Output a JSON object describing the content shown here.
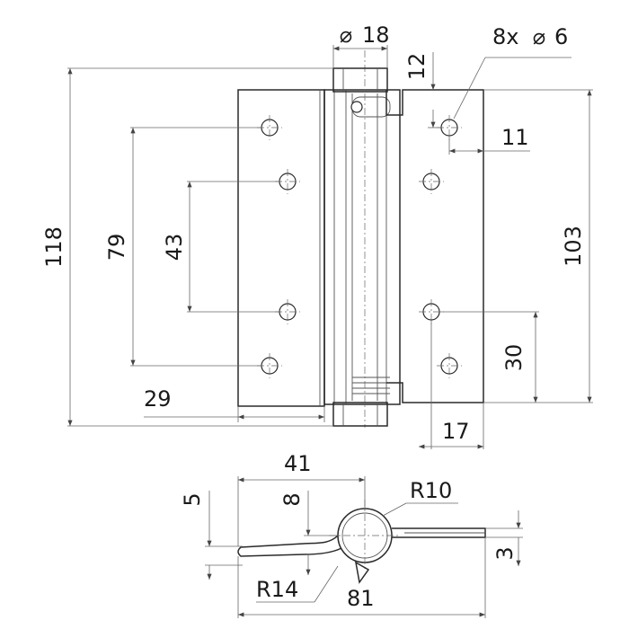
{
  "labels": {
    "overall_height": "118",
    "outer_hole_spacing": "79",
    "inner_hole_spacing": "43",
    "right_leaf_height": "103",
    "barrel_diameter": "18",
    "hole_count_diameter": "8x",
    "hole_diameter": "6",
    "top_hole_offset": "12",
    "hole_edge_offset": "11",
    "bottom_hole_offset": "30",
    "left_leaf_width": "29",
    "right_leaf_width": "17",
    "top_total_width": "41",
    "left_leaf_thickness": "5",
    "spring_offset": "8",
    "barrel_radius": "R10",
    "right_leaf_thickness": "3",
    "bend_radius": "R14",
    "overall_width": "81"
  },
  "colors": {
    "line": "#2a2a2a",
    "dimension_line": "#666666",
    "text": "#1a1a1a"
  }
}
